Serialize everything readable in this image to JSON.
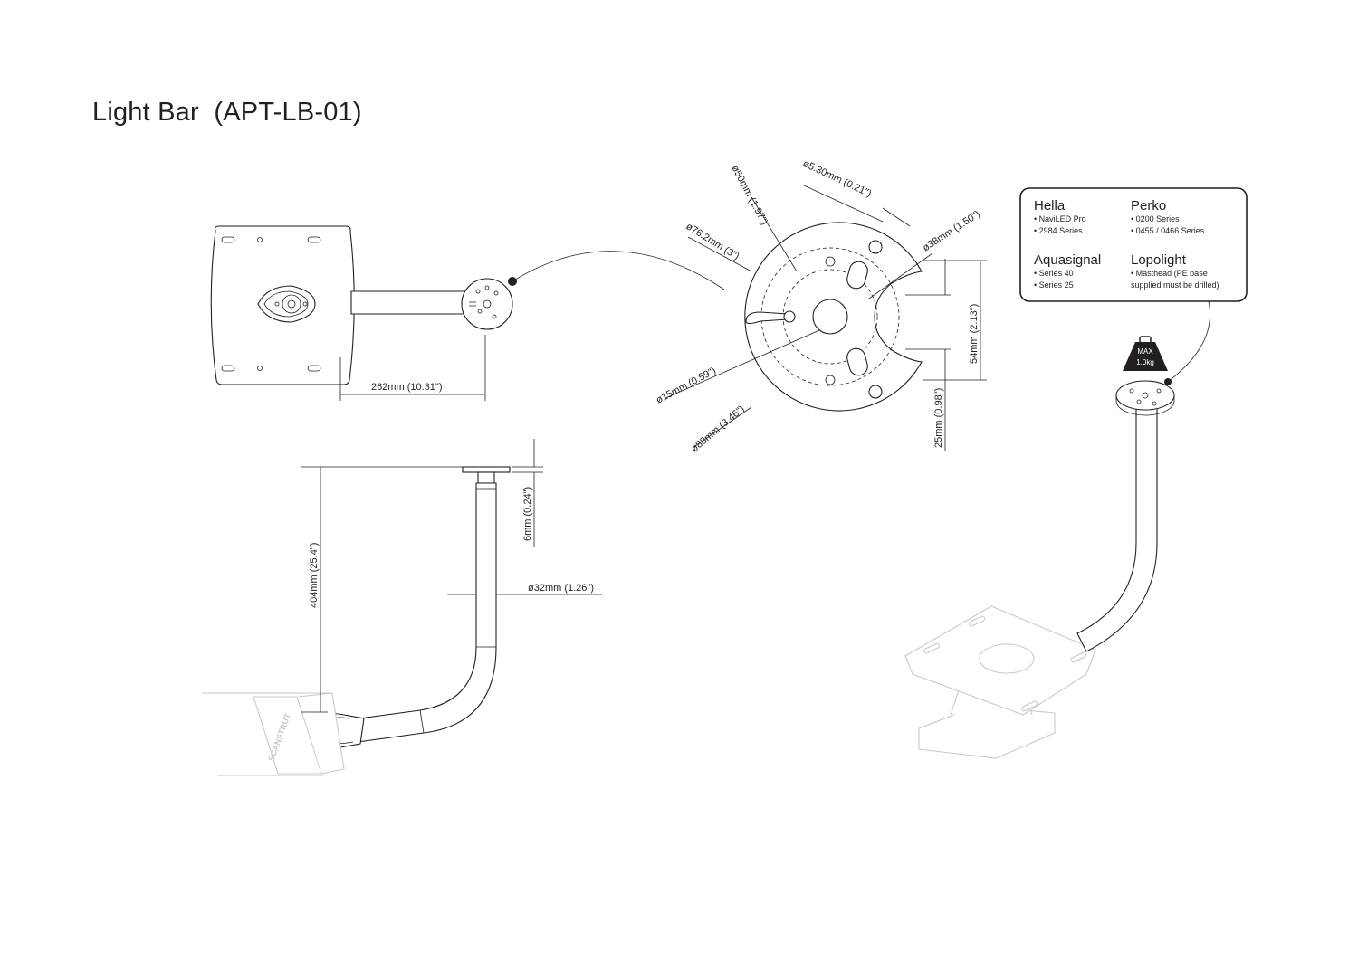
{
  "title": "Light Bar  (APT-LB-01)",
  "dimensions": {
    "arm_length": "262mm (10.31\")",
    "height": "404mm (25.4\")",
    "plate_thickness": "6mm (0.24\")",
    "tube_diameter": "ø32mm (1.26\")",
    "bolt_circle_50": "ø50mm (1.97\")",
    "hole_530": "ø5.30mm (0.21\")",
    "bolt_circle_762": "ø76.2mm (3\")",
    "bolt_circle_38": "ø38mm (1.50\")",
    "slot_54": "54mm (2.13\")",
    "center_hole_15": "ø15mm (0.59\")",
    "plate_dia_88": "ø88mm (3.46\")",
    "slot_25": "25mm (0.98\")"
  },
  "compatibility": {
    "brands": [
      {
        "name": "Hella",
        "items": [
          "• NaviLED Pro",
          "• 2984 Series"
        ]
      },
      {
        "name": "Perko",
        "items": [
          "• 0200 Series",
          "• 0455 / 0466 Series"
        ]
      },
      {
        "name": "Aquasignal",
        "items": [
          "• Series 40",
          "• Series 25"
        ]
      },
      {
        "name": "Lopolight",
        "items": [
          "• Masthead (PE base",
          "supplied must be drilled)"
        ]
      }
    ]
  },
  "weight_badge": {
    "line1": "MAX",
    "line2": "1.0kg"
  },
  "logo_text": "SCANSTRUT"
}
